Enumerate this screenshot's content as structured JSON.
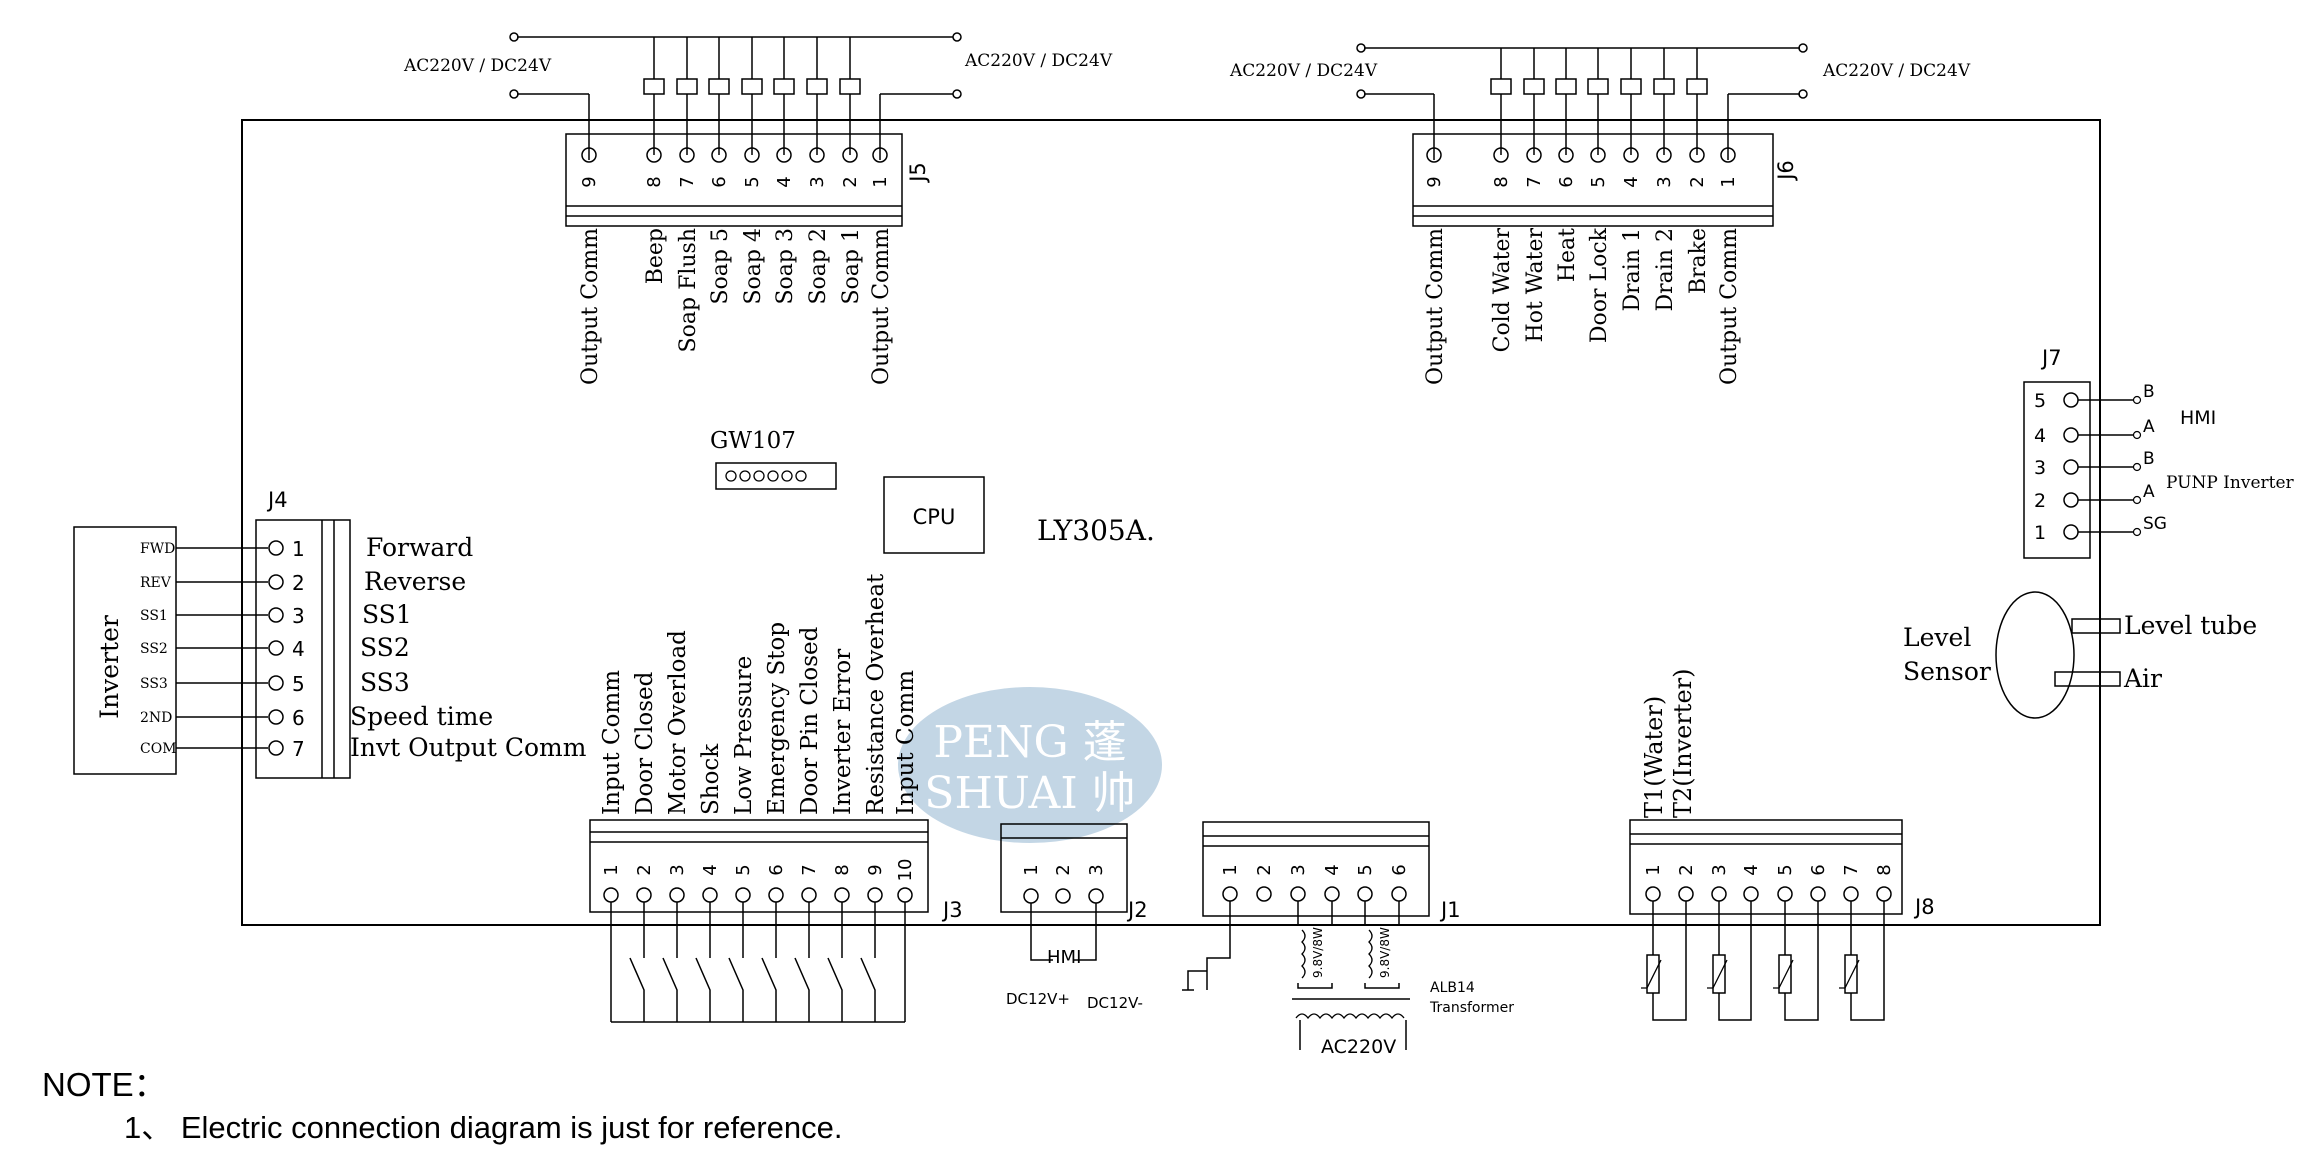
{
  "board": {
    "model": "LY305A.",
    "cpu": "CPU",
    "gw": "GW107"
  },
  "watermark": {
    "line1": "PENG 蓬",
    "line2": "SHUAI 帅"
  },
  "supply_label": "AC220V / DC24V",
  "j5": {
    "name": "J5",
    "pins": [
      "9",
      "8",
      "7",
      "6",
      "5",
      "4",
      "3",
      "2",
      "1"
    ],
    "labels": [
      "Output Comm",
      "Beep",
      "Soap Flush",
      "Soap 5",
      "Soap 4",
      "Soap 3",
      "Soap 2",
      "Soap 1",
      "Output Comm"
    ]
  },
  "j6": {
    "name": "J6",
    "pins": [
      "9",
      "8",
      "7",
      "6",
      "5",
      "4",
      "3",
      "2",
      "1"
    ],
    "labels": [
      "Output Comm",
      "Cold Water",
      "Hot Water",
      "Heat",
      "Door Lock",
      "Drain 1",
      "Drain 2",
      "Brake",
      "Output Comm"
    ]
  },
  "j7": {
    "name": "J7",
    "pins": [
      "5",
      "4",
      "3",
      "2",
      "1"
    ],
    "signals": [
      "B",
      "A",
      "B",
      "A",
      "SG"
    ],
    "hmi": "HMI",
    "pump": "PUNP Inverter"
  },
  "j4": {
    "name": "J4",
    "pins": [
      "1",
      "2",
      "3",
      "4",
      "5",
      "6",
      "7"
    ],
    "inverter_terms": [
      "FWD",
      "REV",
      "SS1",
      "SS2",
      "SS3",
      "2ND",
      "COM"
    ],
    "labels": [
      "Forward",
      "Reverse",
      "SS1",
      "SS2",
      "SS3",
      "Speed time",
      "Invt Output Comm"
    ],
    "inverter": "Inverter"
  },
  "j3": {
    "name": "J3",
    "pins": [
      "1",
      "2",
      "3",
      "4",
      "5",
      "6",
      "7",
      "8",
      "9",
      "10"
    ],
    "labels": [
      "Input Comm",
      "Door Closed",
      "Motor Overload",
      "Shock",
      "Low Pressure",
      "Emergency Stop",
      "Door Pin Closed",
      "Inverter Error",
      "Resistance Overheat",
      "Input Comm"
    ]
  },
  "j2": {
    "name": "J2",
    "pins": [
      "1",
      "2",
      "3"
    ],
    "hmi": "HMI",
    "plus": "DC12V+",
    "minus": "DC12V-"
  },
  "j1": {
    "name": "J1",
    "pins": [
      "1",
      "2",
      "3",
      "4",
      "5",
      "6"
    ],
    "coil1": "9.8V/8W",
    "coil2": "9.8V/8W",
    "transformer_model": "ALB14",
    "transformer_word": "Transformer",
    "primary": "AC220V"
  },
  "j8": {
    "name": "J8",
    "pins": [
      "1",
      "2",
      "3",
      "4",
      "5",
      "6",
      "7",
      "8"
    ],
    "t1": "T1(Water)",
    "t2": "T2(Inverter)"
  },
  "level": {
    "sensor_line1": "Level",
    "sensor_line2": "Sensor",
    "tube": "Level tube",
    "air": "Air"
  },
  "note": {
    "title": "NOTE：",
    "line1": "1、 Electric connection diagram is just for reference."
  }
}
